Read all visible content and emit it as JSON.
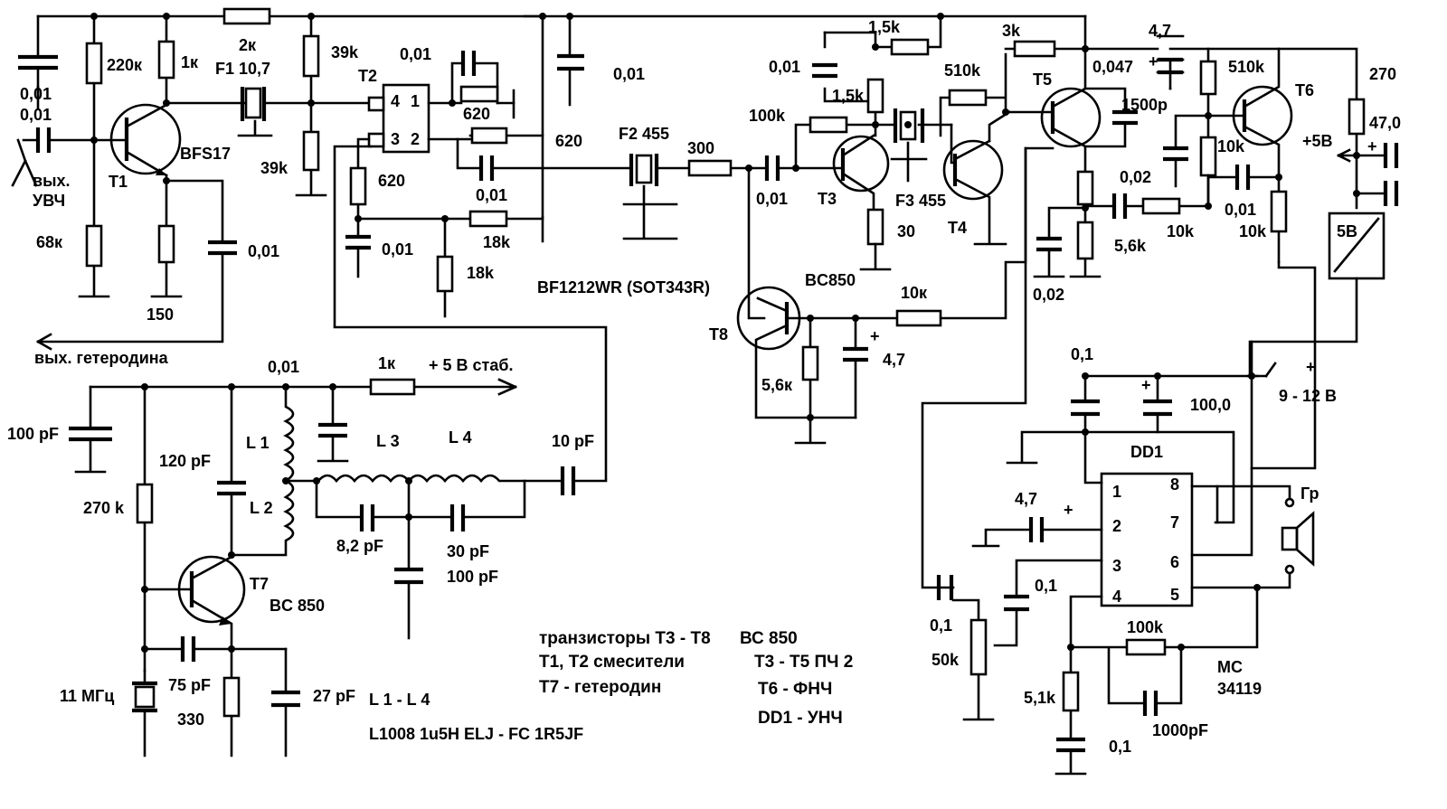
{
  "ic_pins": {
    "t2": [
      "4",
      "1",
      "3",
      "2"
    ],
    "dd1": [
      "1",
      "2",
      "3",
      "4",
      "8",
      "7",
      "6",
      "5"
    ]
  },
  "labels": {
    "c_in_top": "0,01",
    "c_in_bot": "0,01",
    "r_220k": "220к",
    "r_1k_t1": "1к",
    "t1_type": "BFS17",
    "t1_name": "T1",
    "out_uvch_1": "вых.",
    "out_uvch_2": "УВЧ",
    "r_68k": "68к",
    "r_150": "150",
    "c_t1_e": "0,01",
    "out_get": "вых.  гетеродина",
    "r_2k": "2к",
    "f1": "F1 10,7",
    "r_39k_a": "39k",
    "r_39k_b": "39k",
    "t2_name": "T2",
    "c_t2_top": "0,01",
    "r_620_a": "620",
    "r_620_b": "620",
    "r_620_c": "620",
    "c_t2_mid": "0,01",
    "c_t2_low": "0,01",
    "r_18k_a": "18k",
    "r_18k_b": "18k",
    "c_rail": "0,01",
    "t2_type": "BF1212WR (SOT343R)",
    "f2": "F2 455",
    "r_300": "300",
    "c_f2": "0,01",
    "r_15k_top": "1,5k",
    "r_15k_mid": "1,5k",
    "c_t3_top": "0,01",
    "r_100k": "100k",
    "t3_name": "T3",
    "f3": "F3 455",
    "r_30": "30",
    "t4_name": "T4",
    "r_510k_a": "510k",
    "r_3k": "3k",
    "t5_name": "T5",
    "c_0047": "0,047",
    "c_1500": "1500р",
    "c_47_top": "4,7",
    "r_510k_b": "510k",
    "t6_name": "T6",
    "r_270": "270",
    "c_470": "47,0",
    "v_5": "+5В",
    "c_002_a": "0,02",
    "c_002_b": "0,02",
    "r_56k_t5": "5,6k",
    "r_10k_a": "10k",
    "r_10k_b": "10k",
    "r_10k_c": "10k",
    "c_001_t6": "0,01",
    "reg": "5В",
    "t8_type": "BC850",
    "r_10k_t8": "10к",
    "t8_name": "T8",
    "c_47_t8": "4,7",
    "r_56k_t8": "5,6к",
    "c_osc": "0,01",
    "r_1k_osc": "1к",
    "v_osc": "+ 5 В стаб.",
    "c_100pf": "100 pF",
    "c_120pf": "120 pF",
    "l1": "L 1",
    "l2": "L 2",
    "l3": "L 3",
    "l4": "L 4",
    "c_10pf": "10 pF",
    "r_270k": "270 k",
    "c_82pf": "8,2 pF",
    "c_30pf": "30 pF",
    "c_100pf_b": "100 pF",
    "t7_name": "T7",
    "t7_type": "BC 850",
    "xtal": "11 МГц",
    "c_75pf": "75 pF",
    "r_330": "330",
    "c_27pf": "27 pF",
    "l_range": "L 1 - L 4",
    "l_part": "L1008 1u5H ELJ - FC 1R5JF",
    "c_01_dd": "0,1",
    "c_1000": "100,0",
    "dd1": "DD1",
    "v_in": "9 - 12 В",
    "c_47_dd": "4,7",
    "c_01_p3": "0,1",
    "c_01_in": "0,1",
    "r_50k": "50k",
    "r_100k_fb": "100k",
    "r_51k": "5,1k",
    "c_01_bot": "0,1",
    "c_1000pf": "1000pF",
    "mc": "МС",
    "mc_num": "34119",
    "gr": "Гр",
    "plus": "+"
  },
  "notes": {
    "line1_a": "транзисторы Т3 - Т8",
    "line1_b": "ВС 850",
    "line2_a": "Т1, Т2 смесители",
    "line2_b": "Т3 - Т5  ПЧ 2",
    "line3_a": "Т7 - гетеродин",
    "line3_b": "Т6 - ФНЧ",
    "line4_b": "DD1 - УНЧ"
  }
}
